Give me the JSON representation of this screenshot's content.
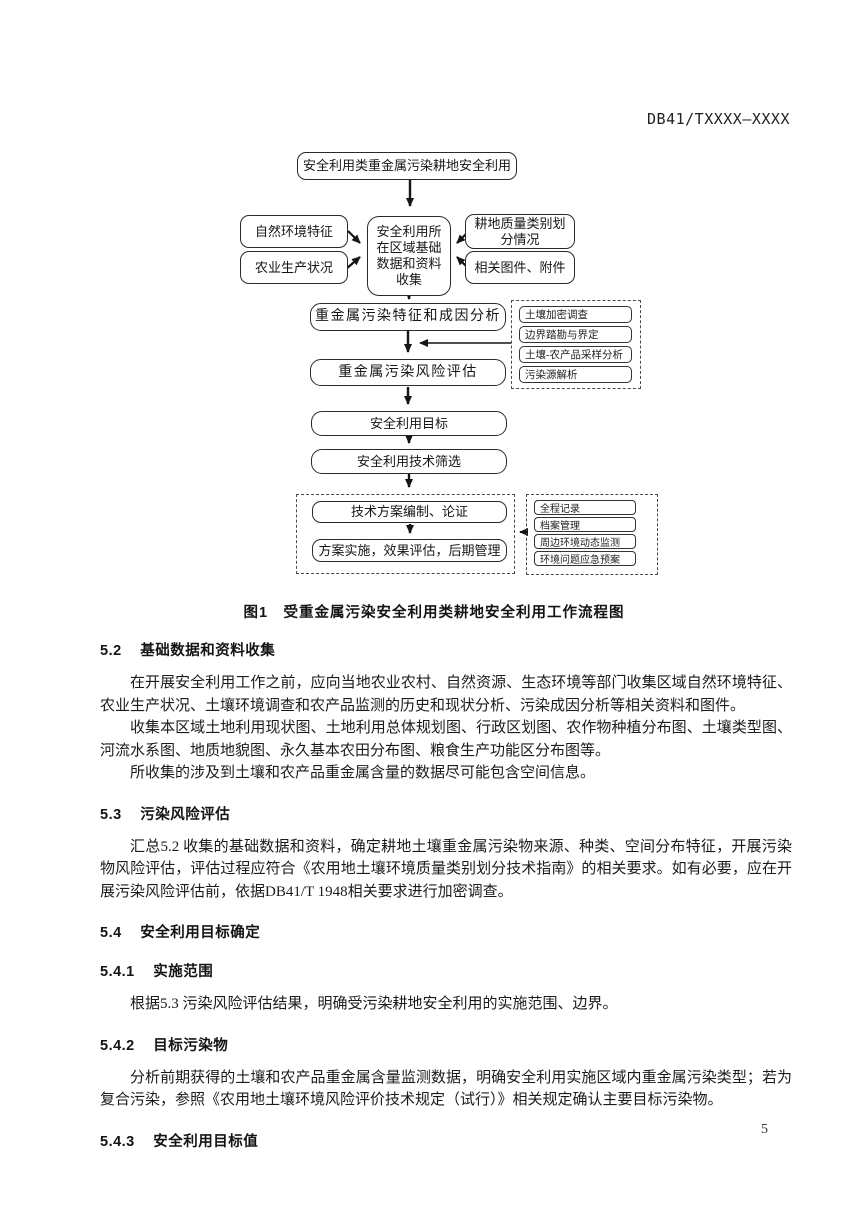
{
  "header": {
    "doc_code": "DB41/TXXXX—XXXX"
  },
  "flowchart": {
    "top_box": "安全利用类重金属污染耕地安全利用",
    "left_box_1": "自然环境特征",
    "left_box_2": "农业生产状况",
    "collect_box": "安全利用所在区域基础数据和资料收集",
    "right_box_1": "耕地质量类别划分情况",
    "right_box_2": "相关图件、附件",
    "analysis_box": "重金属污染特征和成因分析",
    "survey_items": [
      "土壤加密调查",
      "边界踏勘与界定",
      "土壤-农产品采样分析",
      "污染源解析"
    ],
    "risk_box": "重金属污染风险评估",
    "target_box": "安全利用目标",
    "screen_box": "安全利用技术筛选",
    "plan_box": "技术方案编制、论证",
    "impl_box": "方案实施，效果评估，后期管理",
    "record_items": [
      "全程记录",
      "档案管理",
      "周边环境动态监测",
      "环境问题应急预案"
    ]
  },
  "figure": {
    "caption": "图1　受重金属污染安全利用类耕地安全利用工作流程图"
  },
  "sections": {
    "s52": {
      "num": "5.2",
      "title": "基础数据和资料收集",
      "p1": "在开展安全利用工作之前，应向当地农业农村、自然资源、生态环境等部门收集区域自然环境特征、农业生产状况、土壤环境调查和农产品监测的历史和现状分析、污染成因分析等相关资料和图件。",
      "p2": "收集本区域土地利用现状图、土地利用总体规划图、行政区划图、农作物种植分布图、土壤类型图、河流水系图、地质地貌图、永久基本农田分布图、粮食生产功能区分布图等。",
      "p3": "所收集的涉及到土壤和农产品重金属含量的数据尽可能包含空间信息。"
    },
    "s53": {
      "num": "5.3",
      "title": "污染风险评估",
      "p1": "汇总5.2 收集的基础数据和资料，确定耕地土壤重金属污染物来源、种类、空间分布特征，开展污染物风险评估，评估过程应符合《农用地土壤环境质量类别划分技术指南》的相关要求。如有必要，应在开展污染风险评估前，依据DB41/T 1948相关要求进行加密调查。"
    },
    "s54": {
      "num": "5.4",
      "title": "安全利用目标确定"
    },
    "s541": {
      "num": "5.4.1",
      "title": "实施范围",
      "p1": "根据5.3 污染风险评估结果，明确受污染耕地安全利用的实施范围、边界。"
    },
    "s542": {
      "num": "5.4.2",
      "title": "目标污染物",
      "p1": "分析前期获得的土壤和农产品重金属含量监测数据，明确安全利用实施区域内重金属污染类型；若为复合污染，参照《农用地土壤环境风险评价技术规定（试行）》相关规定确认主要目标污染物。"
    },
    "s543": {
      "num": "5.4.3",
      "title": "安全利用目标值"
    }
  },
  "page": {
    "number": "5"
  }
}
